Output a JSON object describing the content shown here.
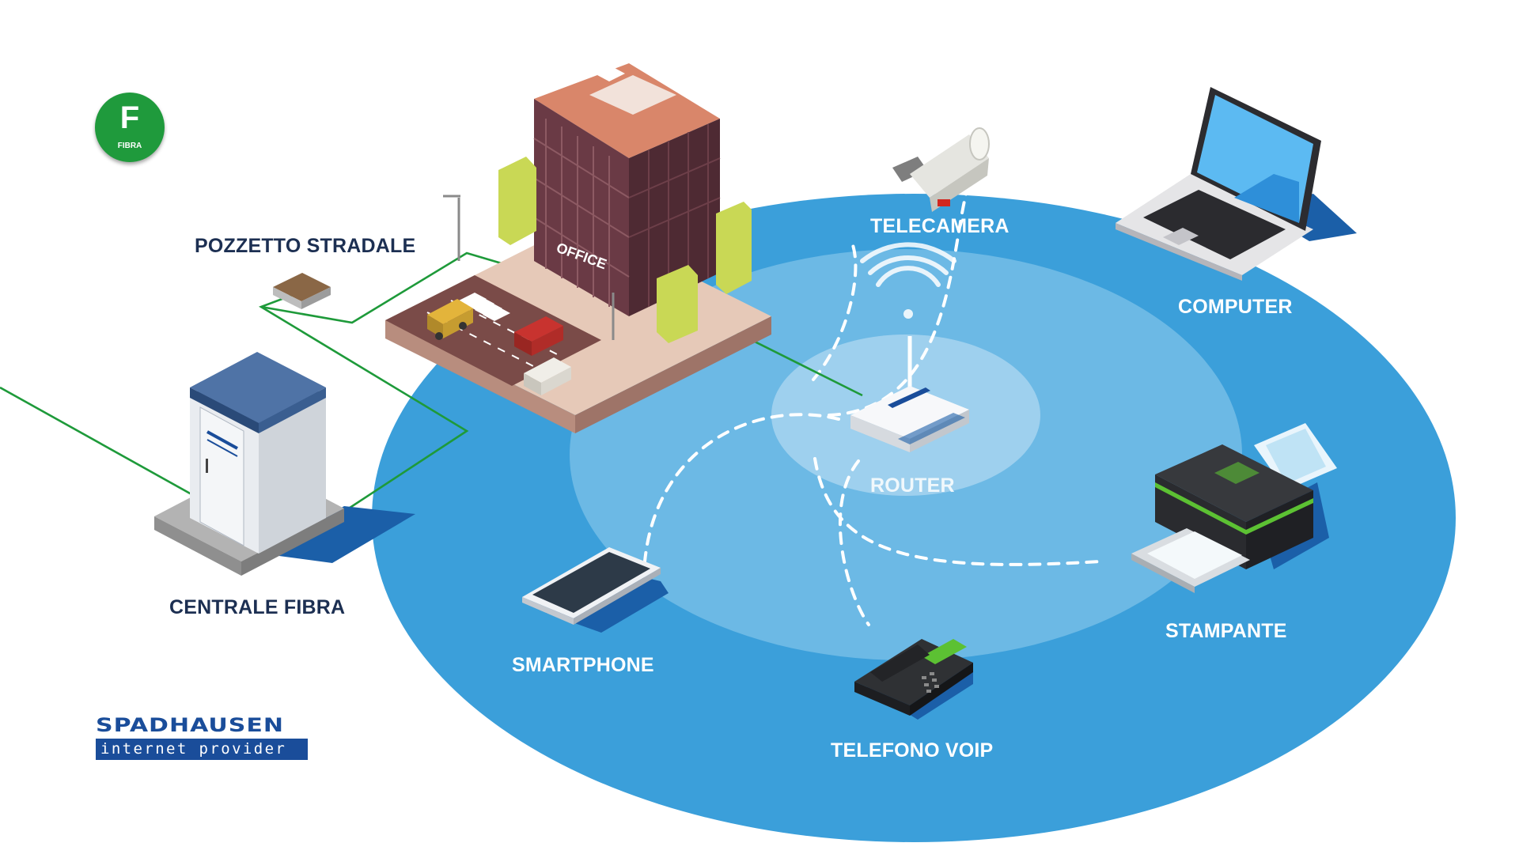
{
  "badge": {
    "letter": "F",
    "caption": "FIBRA"
  },
  "labels": {
    "pozzetto": "POZZETTO STRADALE",
    "centrale": "CENTRALE FIBRA",
    "telecamera": "TELECAMERA",
    "computer": "COMPUTER",
    "router": "ROUTER",
    "stampante": "STAMPANTE",
    "smartphone": "SMARTPHONE",
    "telefono": "TELEFONO VOIP"
  },
  "building_sign": "OFFICE",
  "brand": {
    "name": "SPADHAUSEN",
    "tagline": "internet provider"
  },
  "colors": {
    "ellipse_outer": "#3b9fda",
    "ellipse_inner": "#6cb9e5",
    "ellipse_core": "#9ed0ee",
    "fiber_line": "#1e9a3a",
    "label_dark": "#1c2f52",
    "brand_blue": "#1a4d9a"
  }
}
